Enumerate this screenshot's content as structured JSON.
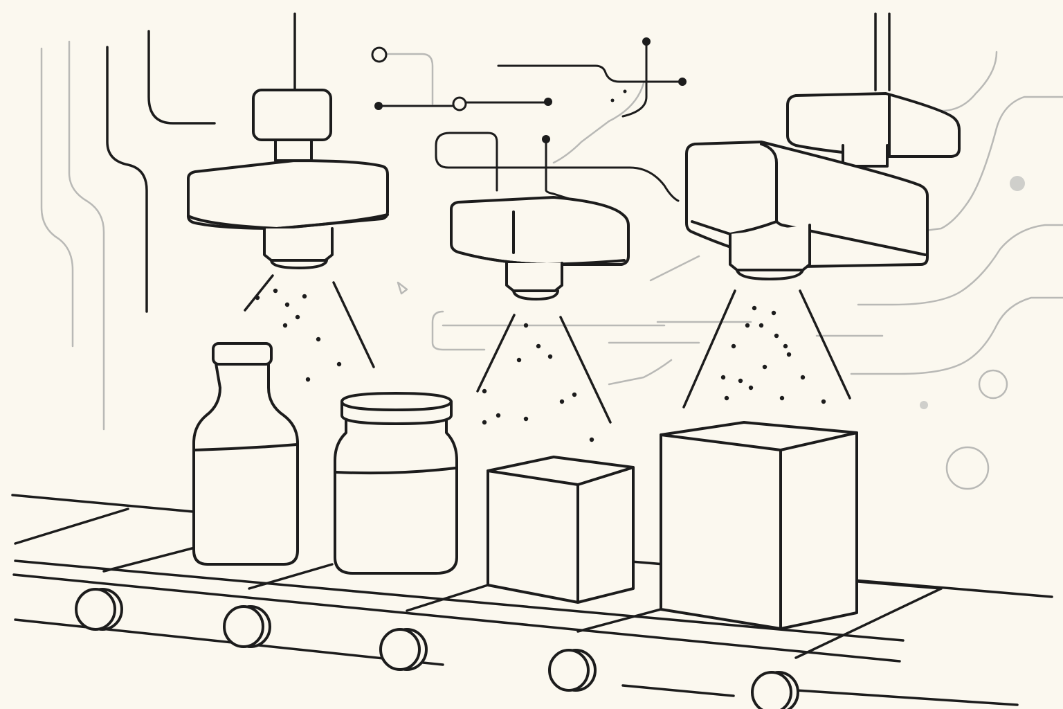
{
  "illustration": {
    "style": "line-art",
    "colors": {
      "background": "#fbf8ef",
      "ink": "#1c1c1c",
      "faint_line": "#b9b9b6"
    },
    "objects": {
      "spray_heads": 3,
      "containers": [
        "bottle",
        "jar",
        "box",
        "box"
      ],
      "conveyor_rollers": 5
    }
  }
}
